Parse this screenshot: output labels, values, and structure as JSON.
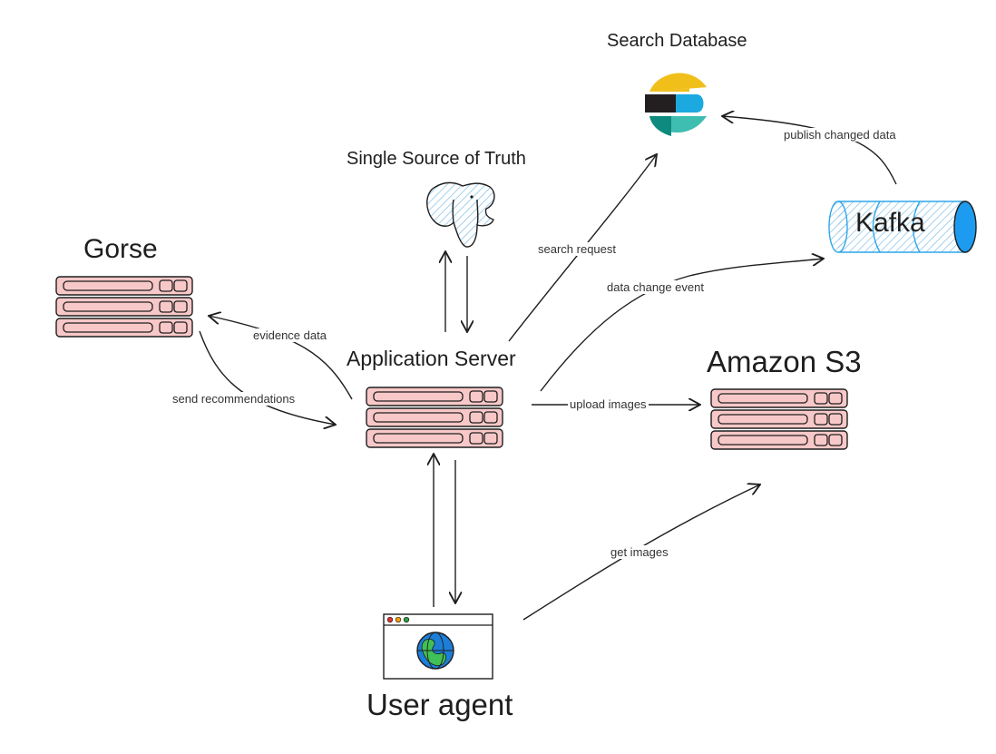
{
  "nodes": {
    "gorse": {
      "title": "Gorse",
      "icon": "server-rack-icon"
    },
    "application_server": {
      "title": "Application Server",
      "icon": "server-rack-icon"
    },
    "amazon_s3": {
      "title": "Amazon S3",
      "icon": "server-rack-icon"
    },
    "single_source_of_truth": {
      "title": "Single Source of Truth",
      "icon": "postgresql-elephant-icon"
    },
    "search_database": {
      "title": "Search Database",
      "icon": "elasticsearch-icon"
    },
    "kafka": {
      "title": "Kafka",
      "icon": "cylinder-queue-icon"
    },
    "user_agent": {
      "title": "User agent",
      "icon": "browser-window-globe-icon"
    }
  },
  "edges": {
    "evidence_data": "evidence data",
    "send_recommendations": "send recommendations",
    "search_request": "search request",
    "data_change_event": "data change event",
    "publish_changed_data": "publish changed data",
    "upload_images": "upload images",
    "get_images": "get images"
  },
  "colors": {
    "server_fill": "#f8c8c8",
    "stroke": "#1e1e1e",
    "elephant_hatch": "#a5d8ff",
    "kafka_hatch": "#a5d8ff",
    "kafka_cap": "#1d9bf0",
    "elastic_yellow": "#f0bf1a",
    "elastic_blue": "#1ba9e0",
    "elastic_teal": "#3ebeb0",
    "elastic_dark": "#231f20"
  }
}
